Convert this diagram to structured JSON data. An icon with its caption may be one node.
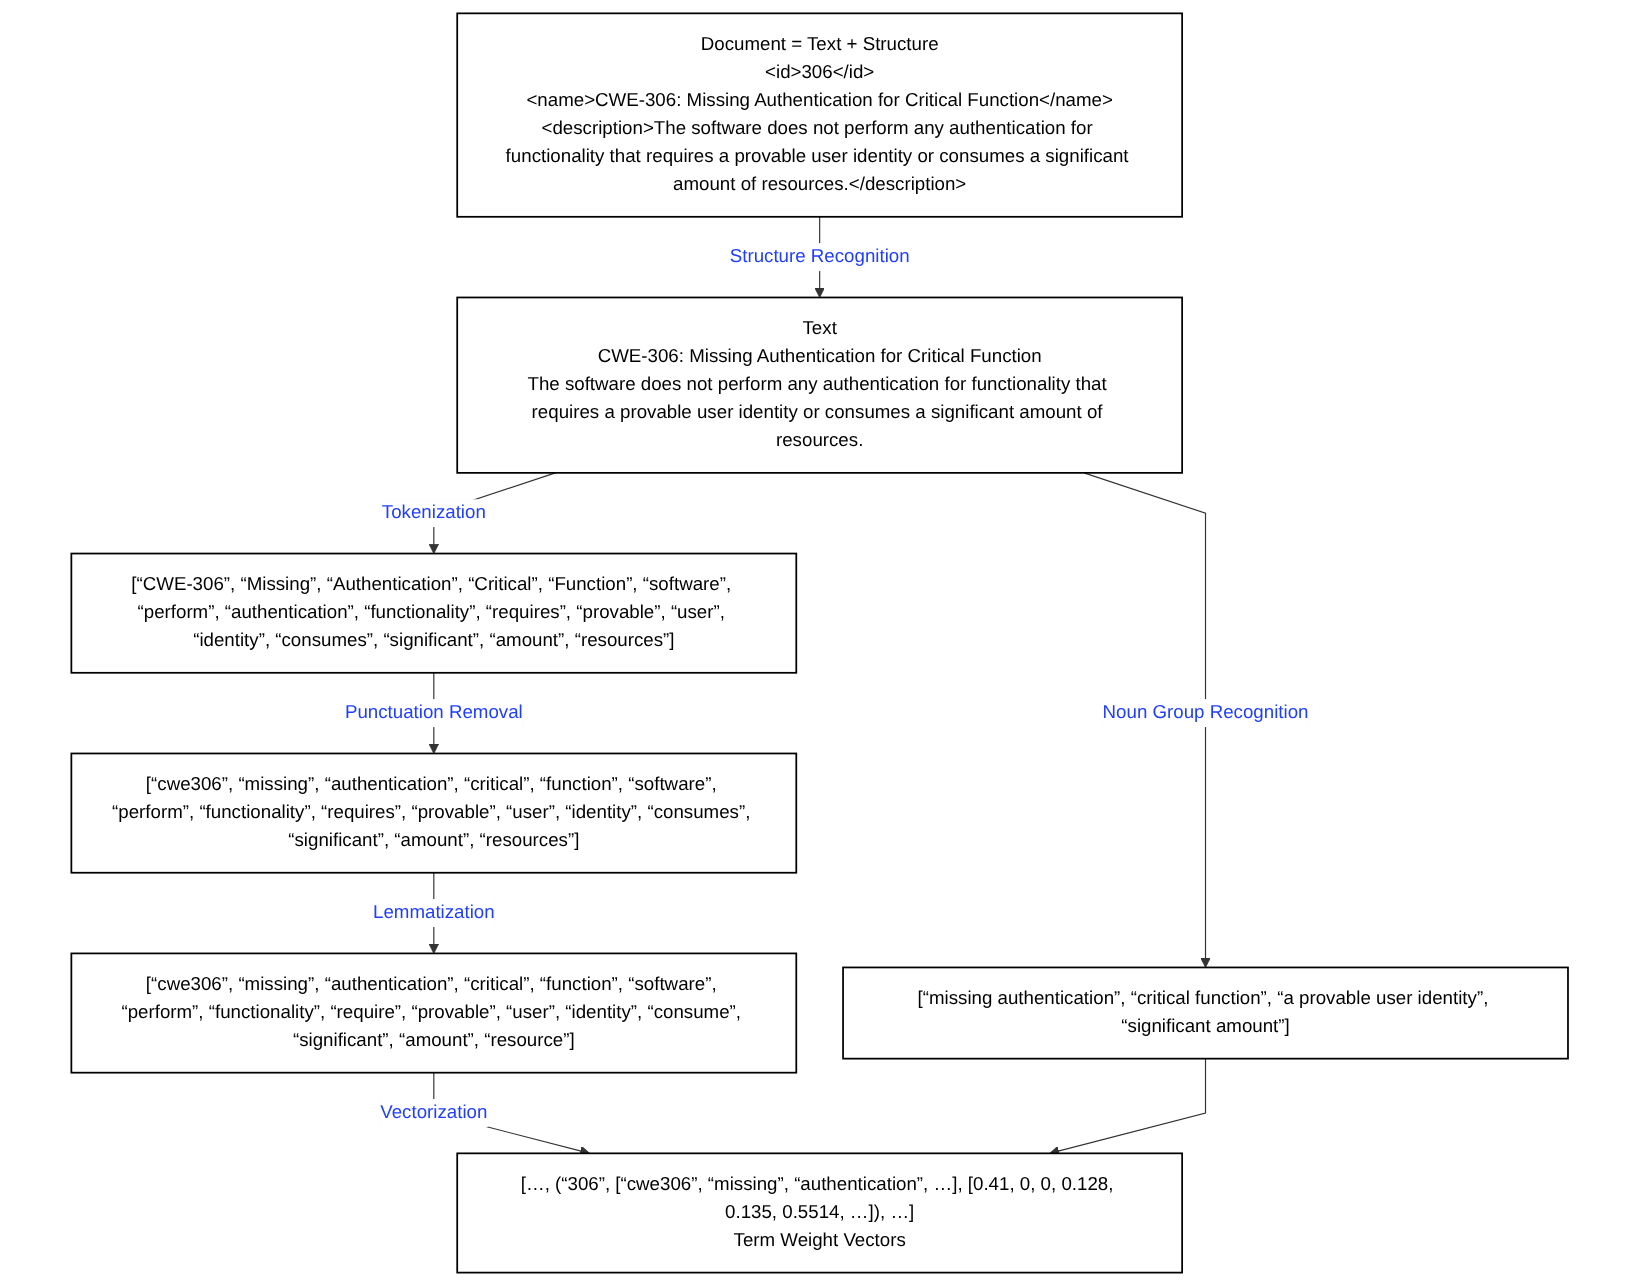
{
  "diagram": {
    "nodes": [
      {
        "text": [
          "Document = Text + Structure",
          "<id>306</id>",
          "<name>CWE-306: Missing Authentication for Critical Function</name>",
          "<description>The software does not perform any authentication for functionality that requires a provable user identity or consumes a significant amount of resources.</description>"
        ]
      },
      {
        "text": [
          "Text",
          "CWE-306: Missing Authentication for Critical Function",
          "The software does not perform any authentication for functionality that requires a provable user identity or consumes a significant amount of resources."
        ]
      },
      {
        "text": [
          "[“CWE-306”, “Missing”, “Authentication”, “Critical”, “Function”, “software”, “perform”, “authentication”, “functionality”, “requires”, “provable”, “user”, “identity”, “consumes”, “significant”, “amount”, “resources”]"
        ]
      },
      {
        "text": [
          "[“cwe306”, “missing”, “authentication”, “critical”, “function”, “software”, “perform”, “functionality”, “requires”, “provable”, “user”, “identity”, “consumes”, “significant”, “amount”, “resources”]"
        ]
      },
      {
        "text": [
          "[“cwe306”, “missing”, “authentication”, “critical”, “function”, “software”, “perform”, “functionality”, “require”, “provable”, “user”, “identity”, “consume”, “significant”, “amount”, “resource”]"
        ]
      },
      {
        "text": [
          "[“missing authentication”, “critical function”, “a provable user identity”, “significant amount”]"
        ]
      },
      {
        "text": [
          "[…, (“306”, [“cwe306”, “missing”, “authentication”, …], [0.41, 0, 0, 0.128, 0.135, 0.5514, …]), …]",
          "Term Weight Vectors"
        ]
      }
    ],
    "edges": [
      {
        "from": 0,
        "to": 1,
        "arrow": "to",
        "label": "Structure Recognition"
      },
      {
        "from": 1,
        "to": 2,
        "arrow": "to",
        "label": "Tokenization"
      },
      {
        "from": 1,
        "to": 5,
        "arrow": "to",
        "label": "Noun Group Recognition"
      },
      {
        "from": 2,
        "to": 3,
        "arrow": "to",
        "label": "Punctuation Removal"
      },
      {
        "from": 3,
        "to": 4,
        "arrow": "to",
        "label": "Lemmatization"
      },
      {
        "from": 4,
        "to": 6,
        "arrow": "to",
        "label": "Vectorization"
      },
      {
        "from": 5,
        "to": 6,
        "arrow": "to"
      }
    ]
  }
}
